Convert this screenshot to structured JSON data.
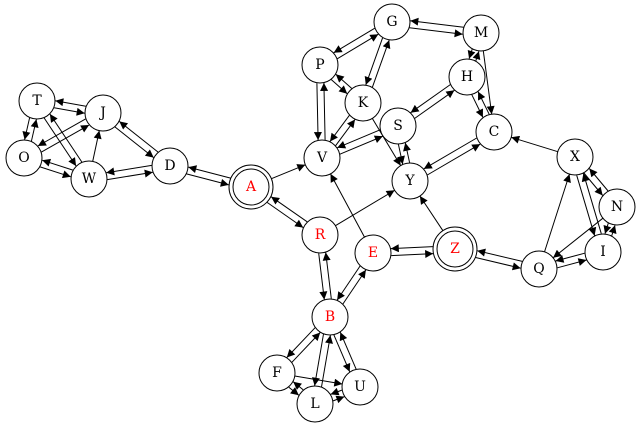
{
  "graph": {
    "directed": true,
    "colors": {
      "default": "#000000",
      "highlight": "#ff0000"
    },
    "nodes": [
      {
        "id": "A",
        "label": "A",
        "highlight": true,
        "double": true
      },
      {
        "id": "B",
        "label": "B",
        "highlight": true
      },
      {
        "id": "C",
        "label": "C"
      },
      {
        "id": "D",
        "label": "D"
      },
      {
        "id": "E",
        "label": "E",
        "highlight": true
      },
      {
        "id": "F",
        "label": "F"
      },
      {
        "id": "G",
        "label": "G"
      },
      {
        "id": "H",
        "label": "H"
      },
      {
        "id": "I",
        "label": "I"
      },
      {
        "id": "J",
        "label": "J"
      },
      {
        "id": "K",
        "label": "K"
      },
      {
        "id": "L",
        "label": "L"
      },
      {
        "id": "M",
        "label": "M"
      },
      {
        "id": "N",
        "label": "N"
      },
      {
        "id": "O",
        "label": "O"
      },
      {
        "id": "P",
        "label": "P"
      },
      {
        "id": "Q",
        "label": "Q"
      },
      {
        "id": "R",
        "label": "R",
        "highlight": true
      },
      {
        "id": "S",
        "label": "S"
      },
      {
        "id": "T",
        "label": "T"
      },
      {
        "id": "U",
        "label": "U"
      },
      {
        "id": "V",
        "label": "V"
      },
      {
        "id": "W",
        "label": "W"
      },
      {
        "id": "X",
        "label": "X"
      },
      {
        "id": "Y",
        "label": "Y"
      },
      {
        "id": "Z",
        "label": "Z",
        "highlight": true,
        "double": true
      }
    ],
    "edges": [
      {
        "from": "T",
        "to": "J"
      },
      {
        "from": "J",
        "to": "T"
      },
      {
        "from": "T",
        "to": "O"
      },
      {
        "from": "O",
        "to": "T"
      },
      {
        "from": "T",
        "to": "W"
      },
      {
        "from": "W",
        "to": "T"
      },
      {
        "from": "O",
        "to": "J"
      },
      {
        "from": "J",
        "to": "O"
      },
      {
        "from": "O",
        "to": "W"
      },
      {
        "from": "W",
        "to": "O"
      },
      {
        "from": "W",
        "to": "J"
      },
      {
        "from": "J",
        "to": "D"
      },
      {
        "from": "D",
        "to": "J"
      },
      {
        "from": "W",
        "to": "D"
      },
      {
        "from": "D",
        "to": "W"
      },
      {
        "from": "D",
        "to": "A"
      },
      {
        "from": "A",
        "to": "D"
      },
      {
        "from": "A",
        "to": "V"
      },
      {
        "from": "A",
        "to": "R"
      },
      {
        "from": "R",
        "to": "A"
      },
      {
        "from": "R",
        "to": "Y"
      },
      {
        "from": "R",
        "to": "B"
      },
      {
        "from": "B",
        "to": "R"
      },
      {
        "from": "E",
        "to": "V"
      },
      {
        "from": "E",
        "to": "B"
      },
      {
        "from": "B",
        "to": "E"
      },
      {
        "from": "E",
        "to": "Z"
      },
      {
        "from": "Z",
        "to": "E"
      },
      {
        "from": "Z",
        "to": "Y"
      },
      {
        "from": "Z",
        "to": "Q"
      },
      {
        "from": "Q",
        "to": "Z"
      },
      {
        "from": "B",
        "to": "F"
      },
      {
        "from": "F",
        "to": "B"
      },
      {
        "from": "B",
        "to": "L"
      },
      {
        "from": "L",
        "to": "B"
      },
      {
        "from": "B",
        "to": "U"
      },
      {
        "from": "U",
        "to": "B"
      },
      {
        "from": "F",
        "to": "L"
      },
      {
        "from": "L",
        "to": "F"
      },
      {
        "from": "F",
        "to": "U"
      },
      {
        "from": "L",
        "to": "U"
      },
      {
        "from": "U",
        "to": "L"
      },
      {
        "from": "V",
        "to": "P"
      },
      {
        "from": "P",
        "to": "V"
      },
      {
        "from": "V",
        "to": "K"
      },
      {
        "from": "K",
        "to": "V"
      },
      {
        "from": "V",
        "to": "S"
      },
      {
        "from": "S",
        "to": "V"
      },
      {
        "from": "P",
        "to": "G"
      },
      {
        "from": "G",
        "to": "P"
      },
      {
        "from": "P",
        "to": "K"
      },
      {
        "from": "K",
        "to": "P"
      },
      {
        "from": "G",
        "to": "K"
      },
      {
        "from": "K",
        "to": "G"
      },
      {
        "from": "G",
        "to": "M"
      },
      {
        "from": "M",
        "to": "G"
      },
      {
        "from": "K",
        "to": "Y"
      },
      {
        "from": "S",
        "to": "Y"
      },
      {
        "from": "Y",
        "to": "S"
      },
      {
        "from": "S",
        "to": "H"
      },
      {
        "from": "H",
        "to": "S"
      },
      {
        "from": "H",
        "to": "M"
      },
      {
        "from": "M",
        "to": "H"
      },
      {
        "from": "H",
        "to": "C"
      },
      {
        "from": "C",
        "to": "H"
      },
      {
        "from": "M",
        "to": "C"
      },
      {
        "from": "C",
        "to": "Y"
      },
      {
        "from": "Y",
        "to": "C"
      },
      {
        "from": "X",
        "to": "C"
      },
      {
        "from": "X",
        "to": "N"
      },
      {
        "from": "N",
        "to": "X"
      },
      {
        "from": "X",
        "to": "I"
      },
      {
        "from": "I",
        "to": "X"
      },
      {
        "from": "N",
        "to": "I"
      },
      {
        "from": "I",
        "to": "N"
      },
      {
        "from": "N",
        "to": "Q"
      },
      {
        "from": "Q",
        "to": "I"
      },
      {
        "from": "I",
        "to": "Q"
      },
      {
        "from": "Q",
        "to": "X"
      }
    ]
  }
}
